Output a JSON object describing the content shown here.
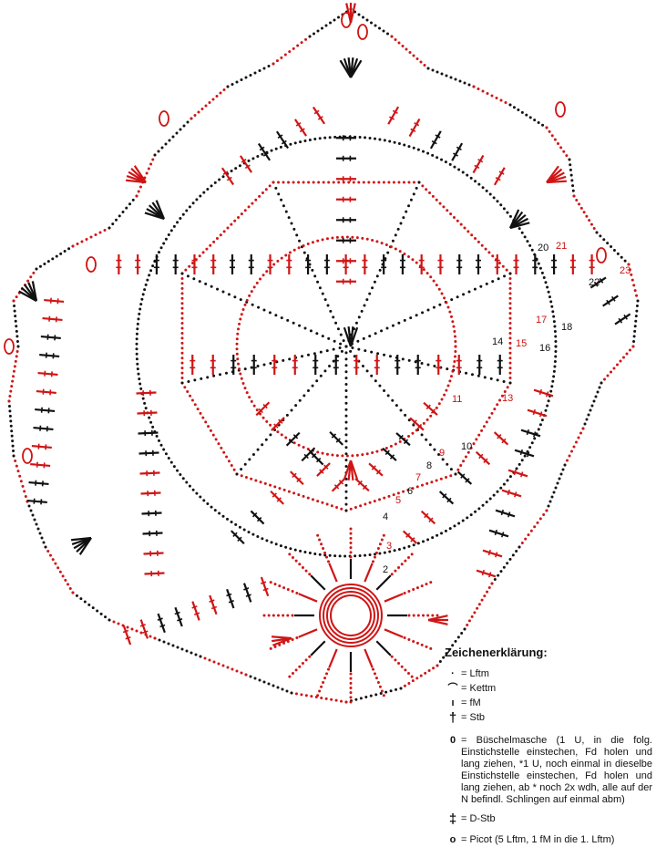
{
  "legend": {
    "title": "Zeichenerklärung:",
    "items": [
      {
        "symbol": "·",
        "text": "= Lftm"
      },
      {
        "symbol": "⌒",
        "text": "= Kettm"
      },
      {
        "symbol": "ı",
        "text": "= fM"
      },
      {
        "symbol": "†",
        "text": "= Stb"
      },
      {
        "symbol": "0",
        "text": "= Büschelmasche (1 U, in die folg. Einstichstelle einstechen, Fd holen und lang ziehen, *1 U, noch einmal in dieselbe Einstichstelle einstechen, Fd holen und lang ziehen, ab * noch 2x wdh, alle auf der N befindl. Schlingen auf einmal abm)"
      },
      {
        "symbol": "‡",
        "text": "= D-Stb"
      },
      {
        "symbol": "o",
        "text": "= Picot (5 Lftm, 1 fM in die 1. Lftm)"
      }
    ]
  },
  "row_labels": [
    {
      "text": "2",
      "color": "#111111"
    },
    {
      "text": "3",
      "color": "#cc1111"
    },
    {
      "text": "4",
      "color": "#111111"
    },
    {
      "text": "5",
      "color": "#cc1111"
    },
    {
      "text": "6",
      "color": "#111111"
    },
    {
      "text": "7",
      "color": "#cc1111"
    },
    {
      "text": "8",
      "color": "#111111"
    },
    {
      "text": "9",
      "color": "#cc1111"
    },
    {
      "text": "10",
      "color": "#111111"
    },
    {
      "text": "11",
      "color": "#cc1111"
    },
    {
      "text": "13",
      "color": "#cc1111"
    },
    {
      "text": "14",
      "color": "#111111"
    },
    {
      "text": "15",
      "color": "#cc1111"
    },
    {
      "text": "16",
      "color": "#111111"
    },
    {
      "text": "17",
      "color": "#cc1111"
    },
    {
      "text": "18",
      "color": "#111111"
    },
    {
      "text": "20",
      "color": "#111111"
    },
    {
      "text": "21",
      "color": "#cc1111"
    },
    {
      "text": "22",
      "color": "#111111"
    },
    {
      "text": "23",
      "color": "#cc1111"
    }
  ],
  "colors": {
    "red": "#d01515",
    "black": "#111111"
  }
}
